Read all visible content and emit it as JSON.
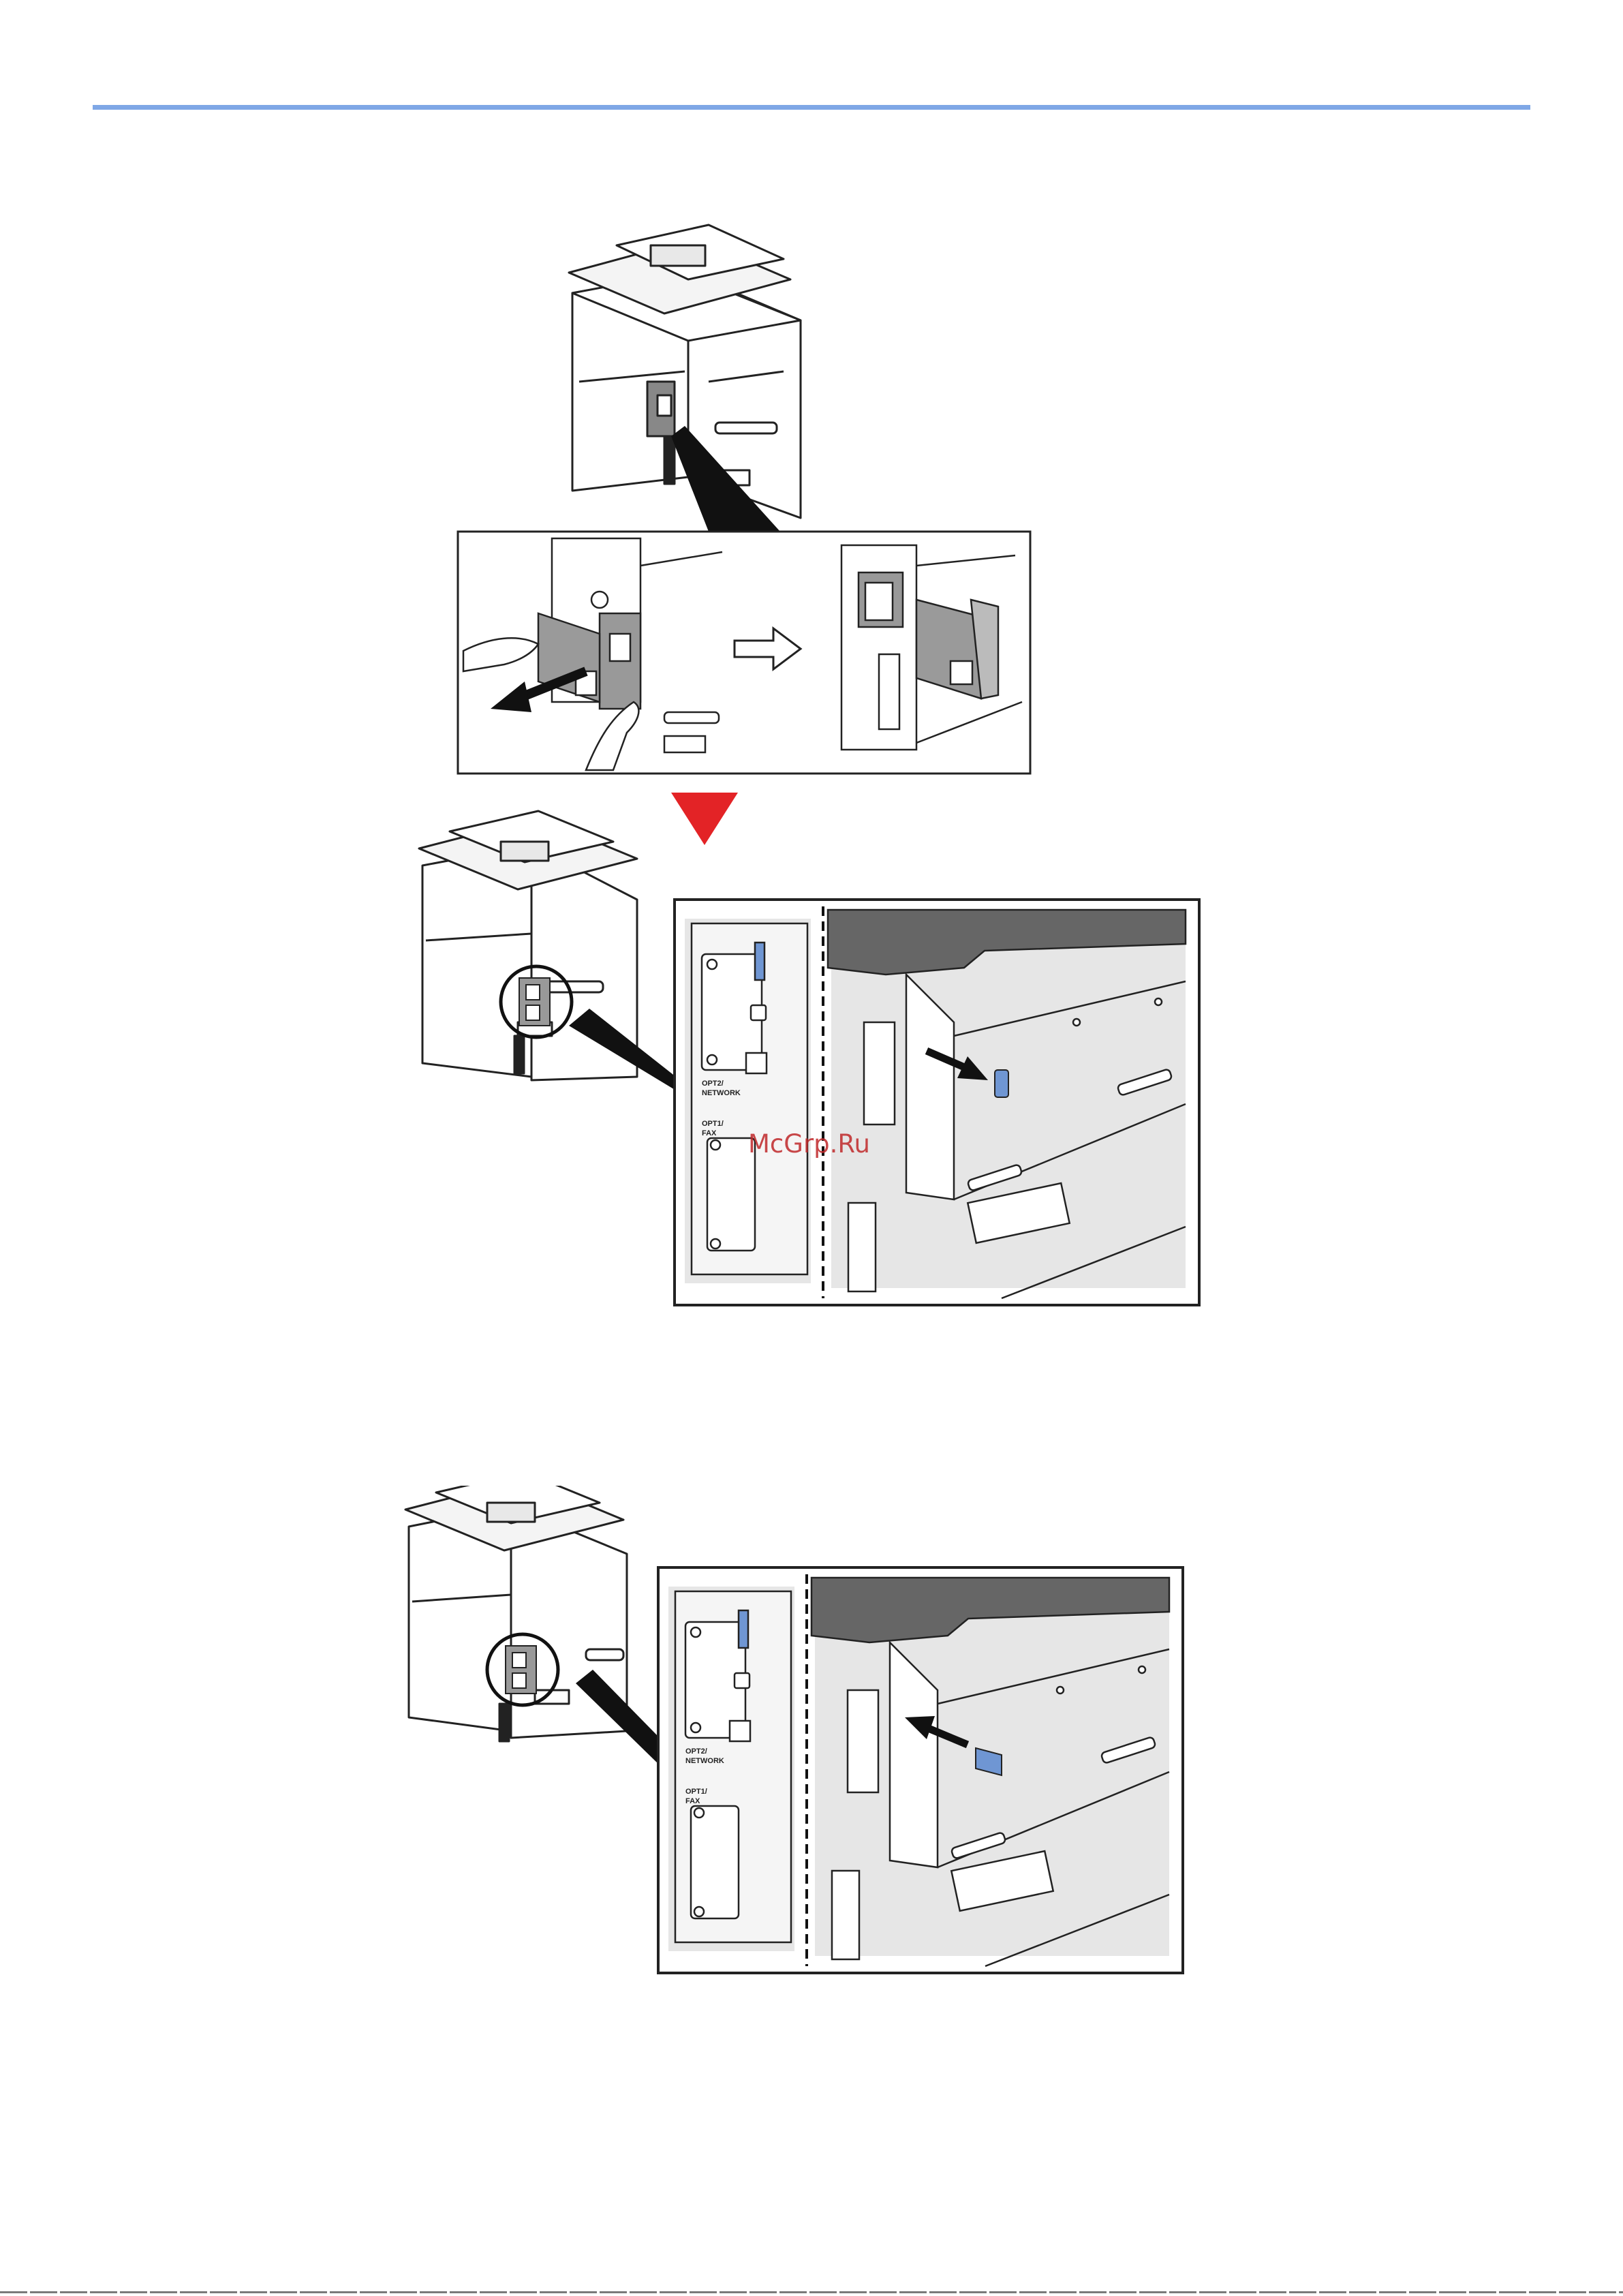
{
  "colors": {
    "accent_rule": "#7fa7e6",
    "arrow_red": "#e32326",
    "part_blue": "#6f96d3",
    "panel_gray": "#e6e6e6"
  },
  "figure1": {
    "port_labels": {
      "opt2": "OPT2/",
      "network": "NETWORK",
      "opt1": "OPT1/",
      "fax": "FAX"
    }
  },
  "figure2": {
    "port_labels": {
      "opt2": "OPT2/",
      "network": "NETWORK",
      "opt1": "OPT1/",
      "fax": "FAX"
    }
  },
  "watermark": "McGrp.Ru"
}
